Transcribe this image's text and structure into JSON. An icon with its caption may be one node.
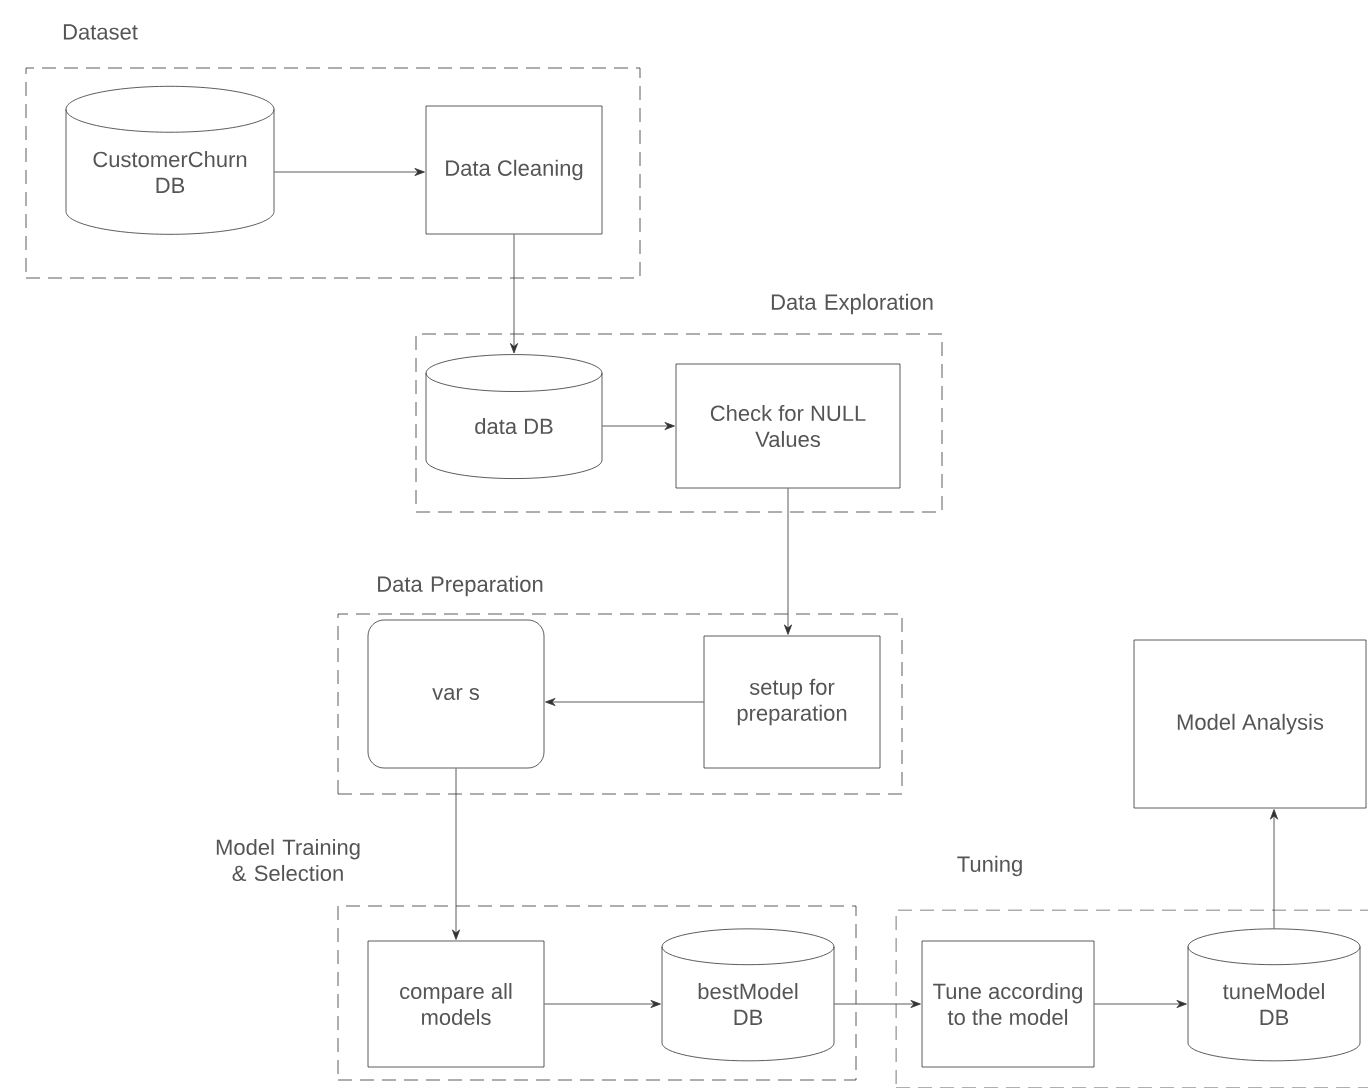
{
  "diagram": {
    "nodes": [
      {
        "text": [
          "Dataset"
        ]
      },
      {
        "text": [
          "CustomerChurn DB"
        ],
        "in": 0
      },
      {
        "text": [
          "Data Cleaning"
        ],
        "in": 0
      },
      {
        "text": [
          "Data Exploration"
        ]
      },
      {
        "text": [
          "data DB"
        ],
        "in": 3
      },
      {
        "text": [
          "Check for NULL Values"
        ],
        "in": 3
      },
      {
        "text": [
          "Data Preparation"
        ]
      },
      {
        "text": [
          "var s"
        ],
        "in": 6
      },
      {
        "text": [
          "setup for preparation"
        ],
        "in": 6
      },
      {
        "text": [
          "Model Analysis"
        ]
      },
      {
        "text": [
          "Model Training & Selection"
        ]
      },
      {
        "text": [
          "compare all models"
        ],
        "in": 10
      },
      {
        "text": [
          "bestModel DB"
        ],
        "in": 10
      },
      {
        "text": [
          "Tuning"
        ]
      },
      {
        "text": [
          "Tune according to the model"
        ],
        "in": 13
      },
      {
        "text": [
          "tuneModel DB"
        ],
        "in": 13
      }
    ],
    "edges": [
      {
        "from": 1,
        "to": 2,
        "arrow": "to"
      },
      {
        "from": 2,
        "to": 4,
        "arrow": "to"
      },
      {
        "from": 4,
        "to": 5,
        "arrow": "to"
      },
      {
        "from": 5,
        "to": 8,
        "arrow": "to"
      },
      {
        "from": 8,
        "to": 7,
        "arrow": "to"
      },
      {
        "from": 7,
        "to": 11,
        "arrow": "to"
      },
      {
        "from": 11,
        "to": 12,
        "arrow": "to"
      },
      {
        "from": 12,
        "to": 14,
        "arrow": "to"
      },
      {
        "from": 14,
        "to": 15,
        "arrow": "to"
      },
      {
        "from": 15,
        "to": 9,
        "arrow": "to"
      }
    ]
  }
}
